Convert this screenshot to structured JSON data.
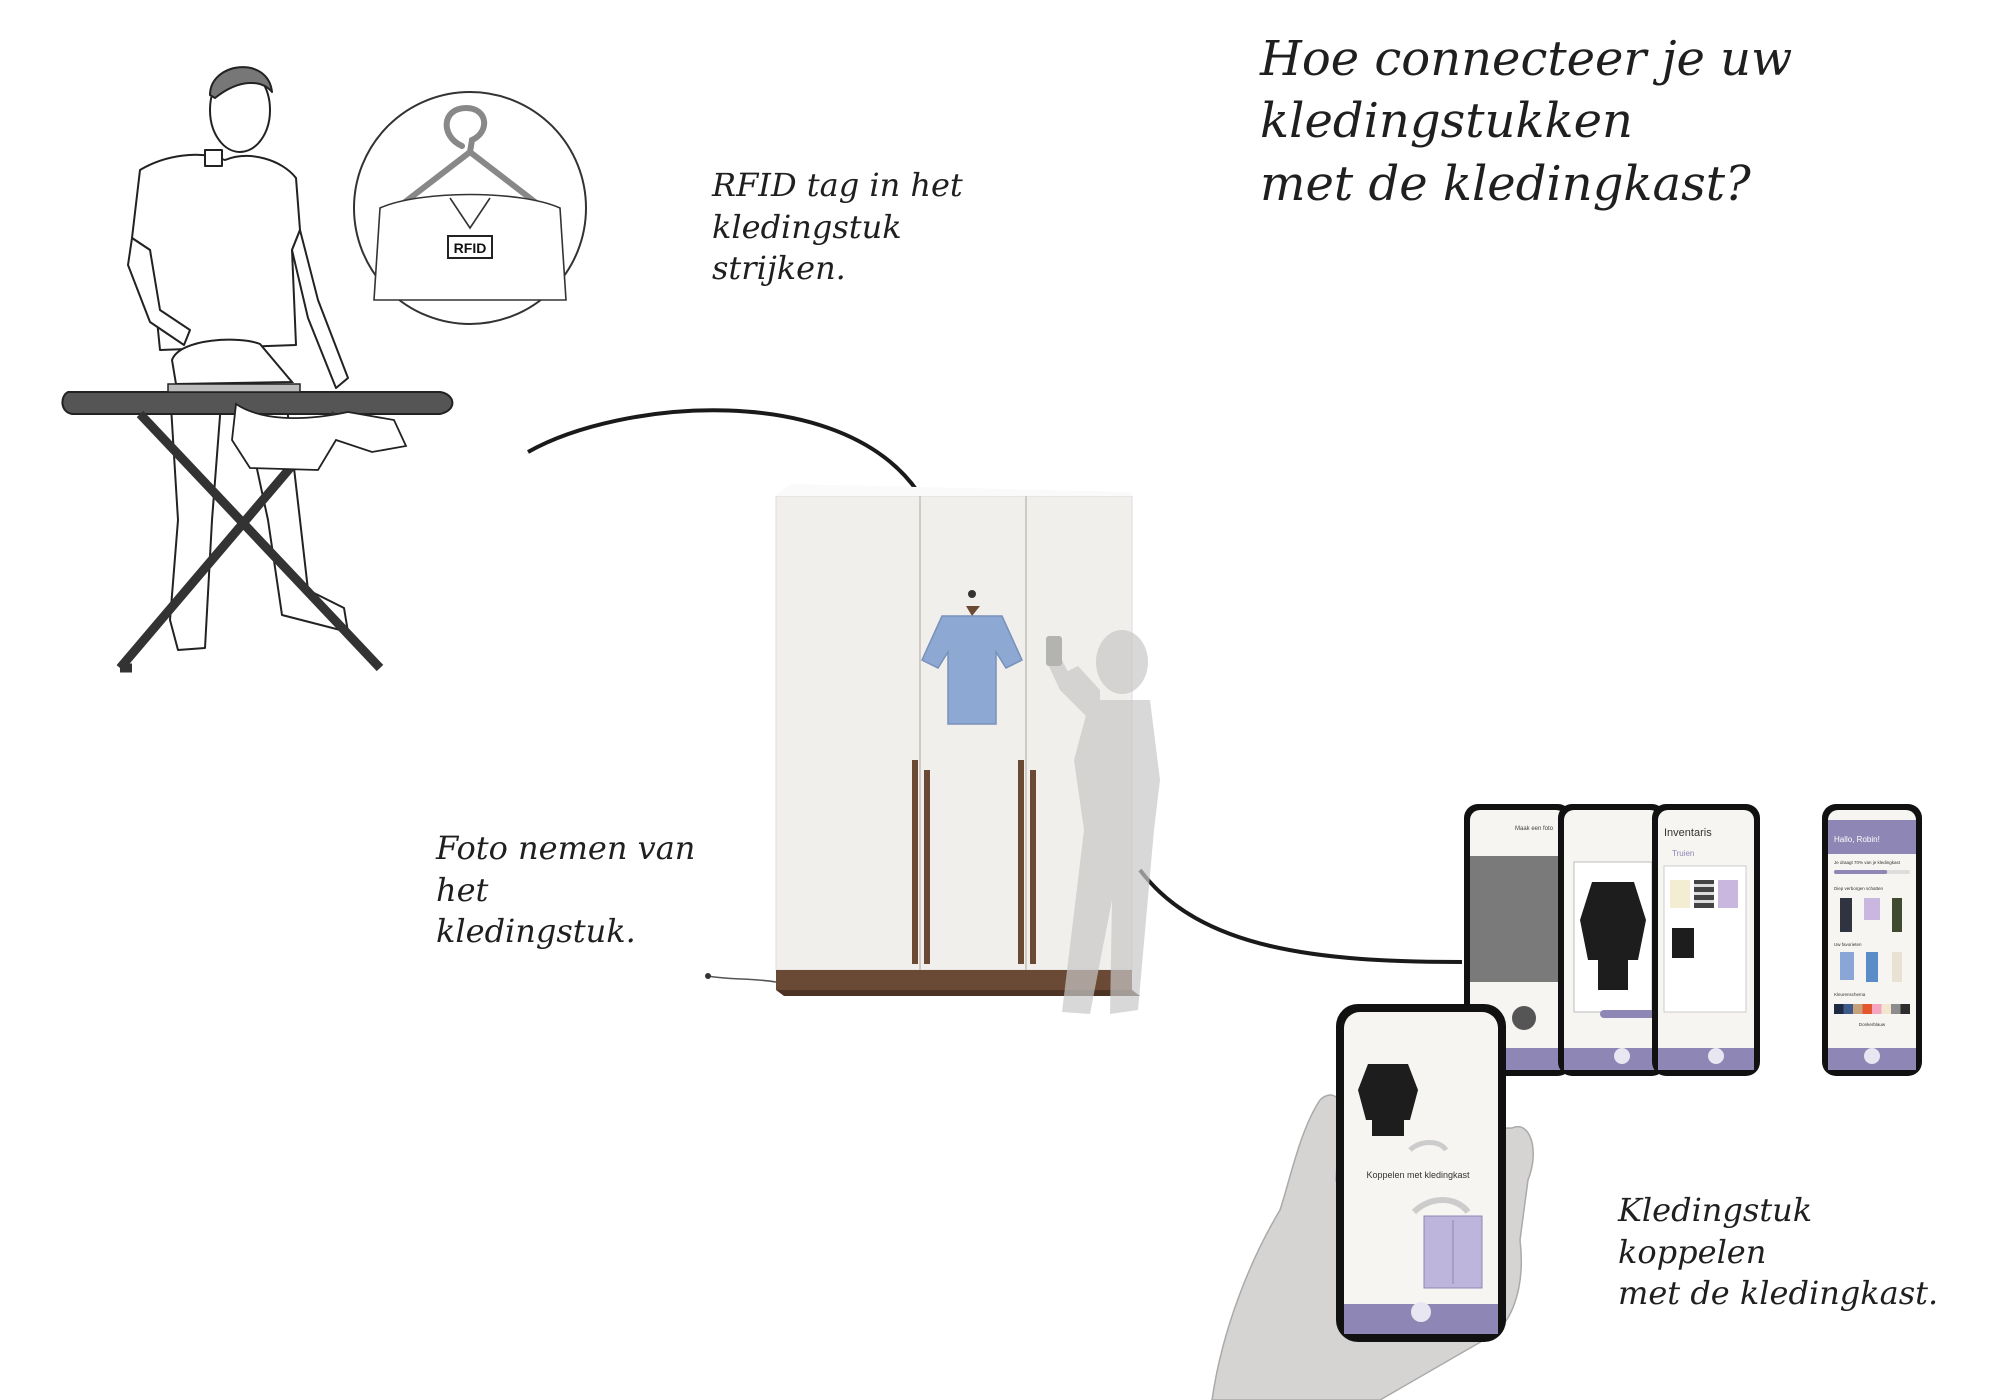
{
  "title": {
    "line1": "Hoe connecteer je uw kledingstukken",
    "line2": "met de kledingkast?"
  },
  "captions": {
    "rfid": {
      "line1": "RFID   tag   in   het",
      "line2": "kledingstuk strijken."
    },
    "photo": {
      "line1": "Foto nemen van het",
      "line2": "kledingstuk."
    },
    "link": {
      "line1": "Kledingstuk   koppelen",
      "line2": "met de kledingkast."
    }
  },
  "rfid_label": "RFID",
  "phones": {
    "photo_screen": {
      "title": "Maak een foto"
    },
    "inventory_screen": {
      "title": "Inventaris",
      "category": "Truien"
    },
    "home_screen": {
      "greeting": "Hallo, Robin!",
      "progress_text": "Je draagt 70% van je kledingkast",
      "progress_value": 0.7,
      "section_hidden": "Diep verborgen schatten",
      "section_favorites": "Uw favorieten",
      "section_palette": "Kleurenschema",
      "palette_label": "Donkerblauw",
      "palette_colors": [
        "#1e2a44",
        "#3d5a8a",
        "#c7a17a",
        "#e4572e",
        "#f4a6c0",
        "#f2e6d0",
        "#8d8d8d",
        "#2d2d2d"
      ]
    },
    "link_screen": {
      "link_label": "Koppelen met kledingkast"
    },
    "accent_color": "#8e86b5"
  },
  "colors": {
    "line": "#1a1a1a",
    "wardrobe": "#f1efec",
    "wood": "#6b4a35",
    "tshirt": "#8ea8d4",
    "person": "#c8c8c8",
    "hand": "#d6d3d3"
  }
}
